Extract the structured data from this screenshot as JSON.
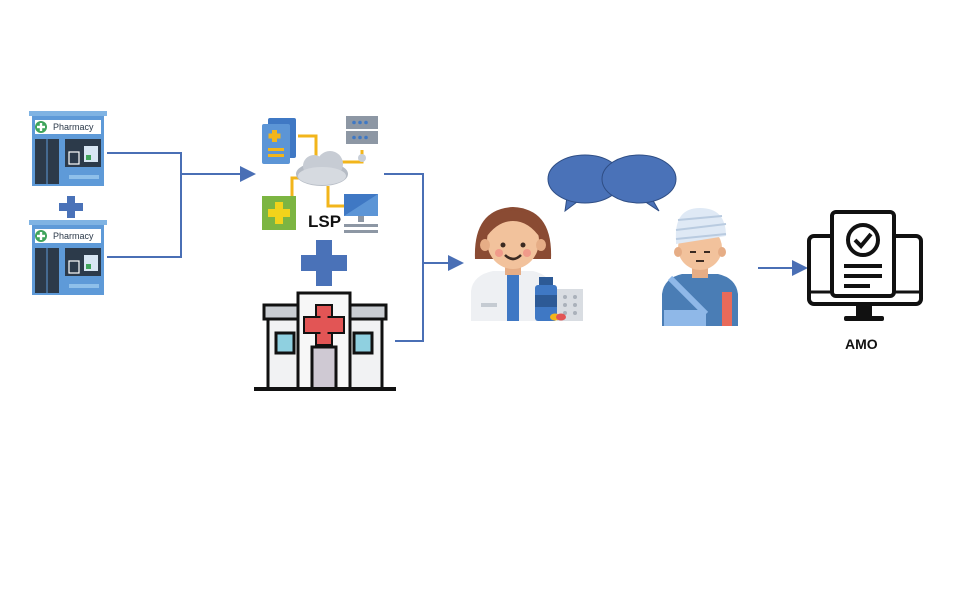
{
  "pharmacy_top": {
    "sign": "Pharmacy",
    "icon": "pharmacy-store-icon"
  },
  "pharmacy_bottom": {
    "sign": "Pharmacy",
    "icon": "pharmacy-store-icon"
  },
  "plus_between_pharmacies": {
    "icon": "plus-icon"
  },
  "lsp_network": {
    "label": "LSP",
    "icon": "cloud-network-icon"
  },
  "plus_between_lsp_and_hospital": {
    "icon": "plus-icon"
  },
  "hospital": {
    "icon": "hospital-icon"
  },
  "pharmacist": {
    "icon": "pharmacist-icon"
  },
  "conversation": {
    "icon": "speech-bubbles-icon"
  },
  "patient": {
    "icon": "injured-patient-icon"
  },
  "amo": {
    "label": "AMO",
    "icon": "approved-document-monitor-icon"
  },
  "colors": {
    "arrow": "#4a6fb5",
    "plus": "#4a72b8",
    "bubble": "#4a72b8",
    "pharmacy_frame": "#4d8fd1",
    "connector": "#f2b51b"
  }
}
